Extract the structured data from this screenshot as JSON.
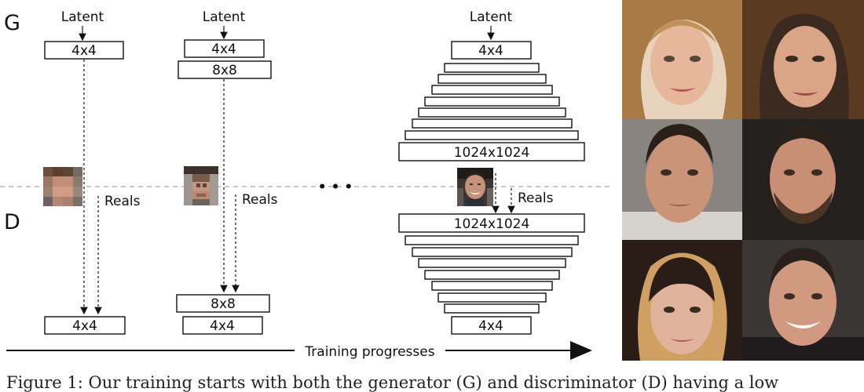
{
  "labels": {
    "generator": "G",
    "discriminator": "D",
    "latent": "Latent",
    "reals": "Reals",
    "ellipsis": "• • •",
    "training_progresses": "Training progresses"
  },
  "column1": {
    "g_layers": [
      "4x4"
    ],
    "d_layers": [
      "4x4"
    ]
  },
  "column2": {
    "g_layers": [
      "4x4",
      "8x8"
    ],
    "d_layers": [
      "8x8",
      "4x4"
    ]
  },
  "column3": {
    "g_top": "4x4",
    "g_bottom": "1024x1024",
    "d_top": "1024x1024",
    "d_bottom": "4x4"
  },
  "caption": "Figure 1: Our training starts with both the generator (G) and discriminator (D) having a low"
}
